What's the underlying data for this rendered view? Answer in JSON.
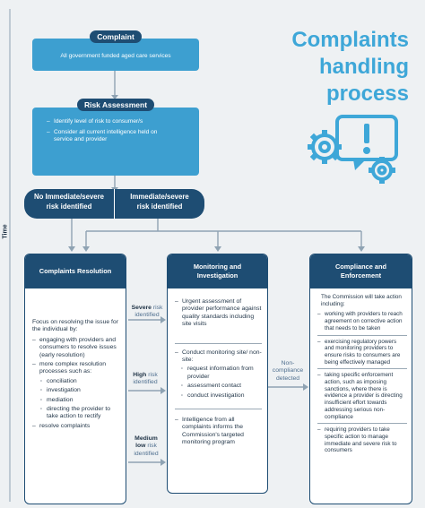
{
  "title": [
    "Complaints",
    "handling",
    "process"
  ],
  "time_label": "Time",
  "complaint": {
    "label": "Complaint",
    "text": "All government funded aged care services"
  },
  "risk_assessment": {
    "label": "Risk Assessment",
    "items": [
      "Identify level of risk to consumer/s",
      "Consider all current intelligence held on service and provider"
    ]
  },
  "branches": {
    "left": [
      "No Immediate/severe",
      "risk identified"
    ],
    "right": [
      "Immediate/severe",
      "risk identified"
    ]
  },
  "complaints_resolution": {
    "title": "Complaints Resolution",
    "intro": "Focus on resolving the issue for the individual by:",
    "items": [
      "engaging with providers and consumers to resolve issues (early resolution)",
      "more complex resolution processes such as:"
    ],
    "sub_items": [
      "conciliation",
      "investigation",
      "mediation",
      "directing the provider to take action to rectify"
    ],
    "last_item": "resolve complaints"
  },
  "risk_labels": {
    "severe": [
      "Severe",
      "risk",
      "identified"
    ],
    "high": [
      "High",
      "risk",
      "identified"
    ],
    "medium": [
      "Medium",
      "low",
      "risk",
      "identified"
    ]
  },
  "monitoring": {
    "title": [
      "Monitoring and",
      "Investigation"
    ],
    "severe_item": "Urgent assessment of provider performance against quality standards including site visits",
    "high_item": "Conduct monitoring site/ non-site:",
    "high_sub": [
      "request information from provider",
      "assessment contact",
      "conduct investigation"
    ],
    "medium_item": "Intelligence from all complaints informs the Commission's targeted monitoring program"
  },
  "non_compliance": [
    "Non-",
    "compliance",
    "detected"
  ],
  "compliance": {
    "title": [
      "Compliance and",
      "Enforcement"
    ],
    "intro": "The Commission will take action including:",
    "items": [
      "working with providers to reach agreement on corrective action that needs to be taken",
      "exercising regulatory powers and monitoring providers to ensure risks to consumers are being effectively managed",
      "taking specific enforcement action, such as imposing sanctions, where there is evidence a provider is directing insufficient effort towards addressing serious non-compliance",
      "requiring providers to take specific action to manage immediate and severe risk to consumers"
    ]
  },
  "colors": {
    "dark": "#1e4d73",
    "light": "#3d9fd0",
    "title": "#3ea7d8",
    "bg": "#eef1f3"
  }
}
